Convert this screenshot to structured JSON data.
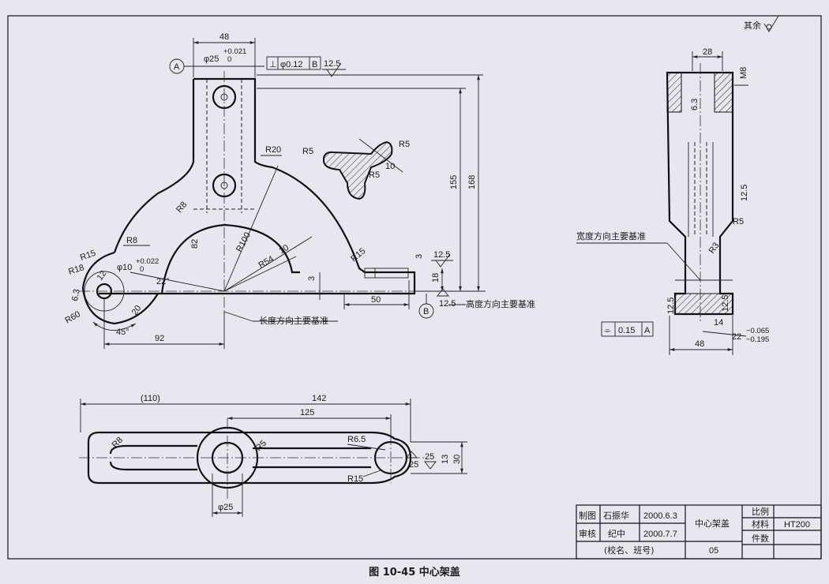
{
  "roughness_other": "其余",
  "front_view": {
    "dims": {
      "d48": "48",
      "phi25": "φ25",
      "phi25_tol_upper": "+0.021",
      "phi25_tol_lower": "0",
      "datum_a": "A",
      "datum_b": "B",
      "tolerance_value": "φ0.12",
      "tolerance_datum": "B",
      "ra_top": "12.5",
      "r20": "R20",
      "r5_a": "R5",
      "r5_b": "R5",
      "r5_c": "R5",
      "d10_section": "10",
      "d155": "155",
      "d168": "168",
      "r8_a": "R8",
      "d82": "82",
      "r100": "R100",
      "r54": "R54",
      "d10": "10",
      "r15_right": "R15",
      "d3_right": "3",
      "ra_right": "12.5",
      "d18": "18",
      "d3_inner": "3",
      "d50": "50",
      "ra_b": "12.5",
      "r8_b": "R8",
      "r15_left": "R15",
      "phi10": "φ10",
      "phi10_tol_upper": "+0.022",
      "phi10_tol_lower": "0",
      "r18": "R18",
      "d12": "12",
      "ra_63": "6.3",
      "d22deg": "22°",
      "r60": "R60",
      "d20": "20",
      "d45deg": "45°",
      "d92": "92"
    },
    "labels": {
      "length_datum": "长度方向主要基准",
      "height_datum": "高度方向主要基准"
    }
  },
  "side_view": {
    "dims": {
      "d28": "28",
      "m8": "M8",
      "ra_63": "6.3",
      "ra_125_a": "12.5",
      "r5": "R5",
      "r3": "R3",
      "ra_125_b": "12.5",
      "ra_125_c": "12.5",
      "d14": "14",
      "d22": "22",
      "d22_tol_upper": "−0.065",
      "d22_tol_lower": "−0.195",
      "d48": "48",
      "flatness_value": "0.15",
      "flatness_datum": "A"
    },
    "labels": {
      "width_datum": "宽度方向主要基准"
    }
  },
  "top_view": {
    "dims": {
      "d110": "(110)",
      "d142": "142",
      "d125": "125",
      "r8": "R8",
      "r5": "R5",
      "r65": "R6.5",
      "r15": "R15",
      "ra_25_a": "25",
      "ra_25_b": "25",
      "d13": "13",
      "d30": "30",
      "phi25": "φ25"
    }
  },
  "title_block": {
    "drawn_label": "制图",
    "drawn_name": "石振华",
    "drawn_date": "2000.6.3",
    "checked_label": "审核",
    "checked_name": "纪中",
    "checked_date": "2000.7.7",
    "school": "(校名、班号)",
    "part_name": "中心架盖",
    "part_number": "05",
    "scale_label": "比例",
    "material_label": "材料",
    "material_value": "HT200",
    "quantity_label": "件数"
  },
  "caption": "图 10-45   中心架盖"
}
